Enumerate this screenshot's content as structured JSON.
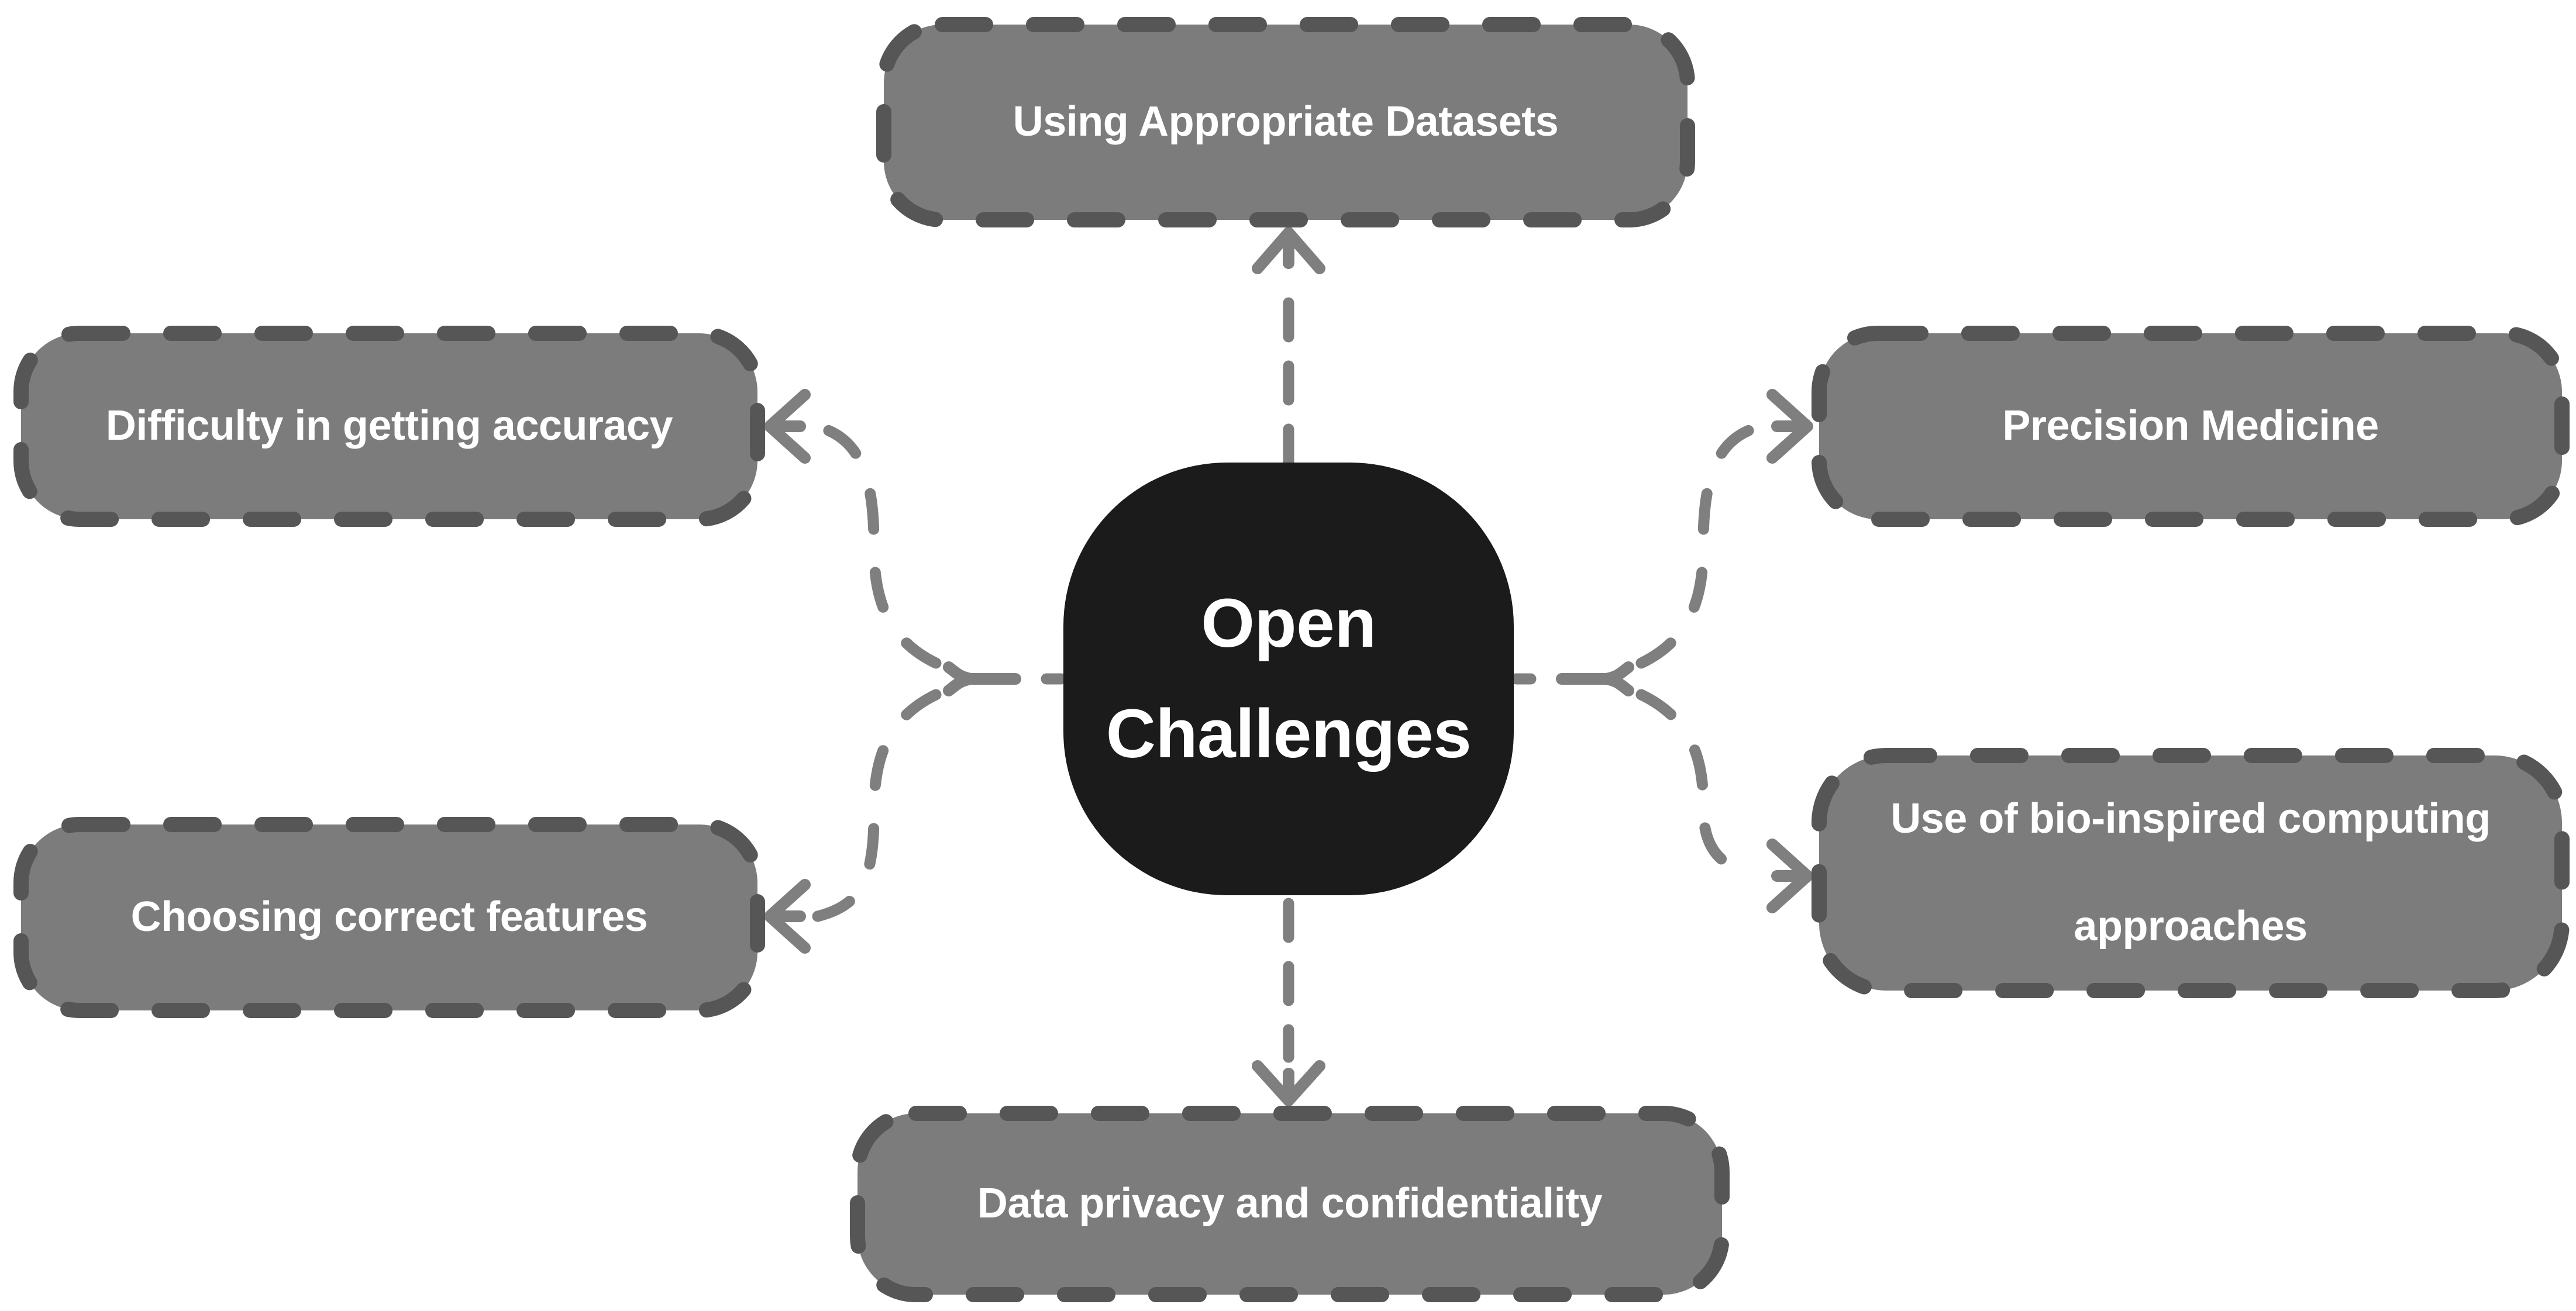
{
  "diagram_type": "mindmap",
  "nodes": {
    "center": {
      "label": "Open Challenges"
    },
    "top": {
      "label": "Using Appropriate Datasets"
    },
    "left_top": {
      "label": "Difficulty in getting accuracy"
    },
    "left_bottom": {
      "label": "Choosing correct features"
    },
    "right_top": {
      "label": "Precision Medicine"
    },
    "right_bottom": {
      "label": "Use of bio-inspired computing approaches"
    },
    "bottom": {
      "label": "Data privacy and confidentiality"
    }
  },
  "edges": [
    {
      "from": "center",
      "to": "top",
      "line": "dashed",
      "arrowhead": "open-chevron-up"
    },
    {
      "from": "center",
      "to": "bottom",
      "line": "dashed",
      "arrowhead": "open-chevron-down"
    },
    {
      "from": "center",
      "to": "left_top",
      "line": "dashed",
      "arrowhead": "open-chevron-left",
      "via": "left-fork"
    },
    {
      "from": "center",
      "to": "left_bottom",
      "line": "dashed",
      "arrowhead": "open-chevron-left",
      "via": "left-fork"
    },
    {
      "from": "center",
      "to": "right_top",
      "line": "dashed",
      "arrowhead": "open-chevron-right",
      "via": "right-fork"
    },
    {
      "from": "center",
      "to": "right_bottom",
      "line": "dashed",
      "arrowhead": "open-chevron-right",
      "via": "right-fork"
    }
  ],
  "colors": {
    "background": "#ffffff",
    "node_fill": "#7c7c7c",
    "node_border": "#565656",
    "center_fill": "#1b1b1b",
    "connector": "#7f7f7f",
    "text": "#ffffff"
  }
}
